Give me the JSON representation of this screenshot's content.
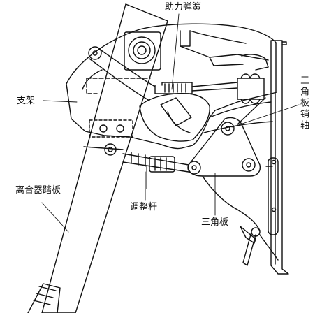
{
  "labels": {
    "assist_spring": "助力弹簧",
    "bracket": "支架",
    "triangle_pin": "三角板销轴",
    "clutch_pedal": "离合器踏板",
    "adjust_rod": "调整杆",
    "triangle_plate": "三角板"
  },
  "colors": {
    "line": "#111111",
    "background": "#ffffff"
  }
}
